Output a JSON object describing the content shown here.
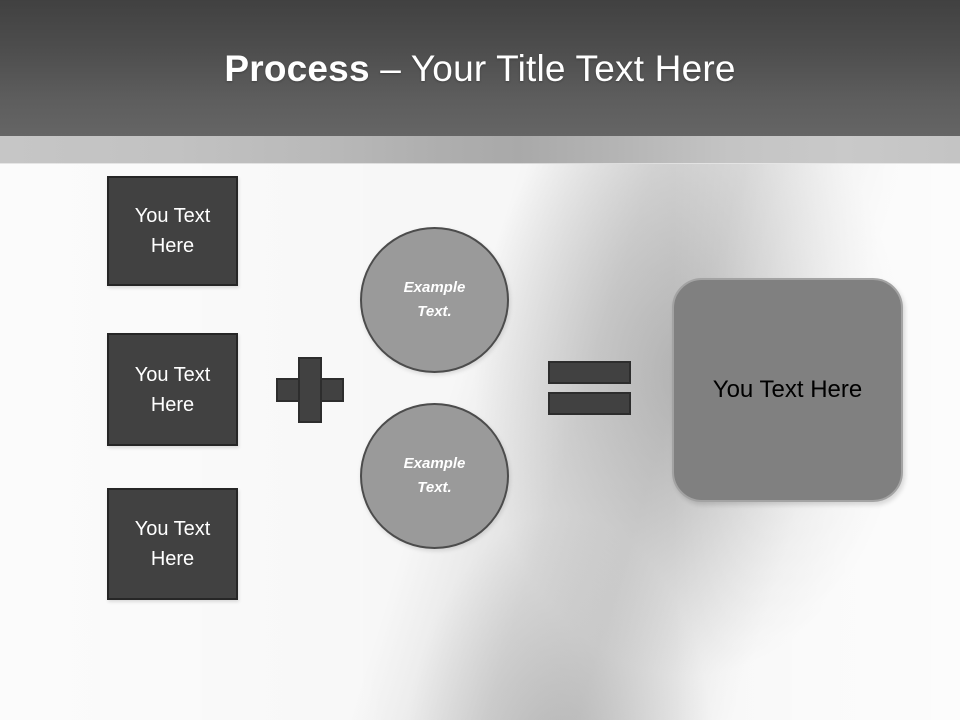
{
  "header": {
    "title_strong": "Process",
    "title_light": " – Your Title Text Here"
  },
  "diagram": {
    "input_boxes": [
      {
        "label": "You Text Here"
      },
      {
        "label": "You Text Here"
      },
      {
        "label": "You Text Here"
      }
    ],
    "operator_plus": "+",
    "circles": [
      {
        "label": "Example Text."
      },
      {
        "label": "Example Text."
      }
    ],
    "operator_equals": "=",
    "result": {
      "label": "You Text Here"
    }
  },
  "colors": {
    "header_top": "#414141",
    "header_bottom": "#656565",
    "header_band": "#c3c3c3",
    "dark_box_fill": "#414141",
    "dark_box_border": "#262626",
    "circle_fill": "#9a9a9a",
    "circle_border": "#4c4c4c",
    "result_fill": "#808080",
    "result_border": "#a3a3a3",
    "slide_background": "#f7f7f7",
    "title_text": "#ffffff",
    "result_text": "#000000"
  }
}
